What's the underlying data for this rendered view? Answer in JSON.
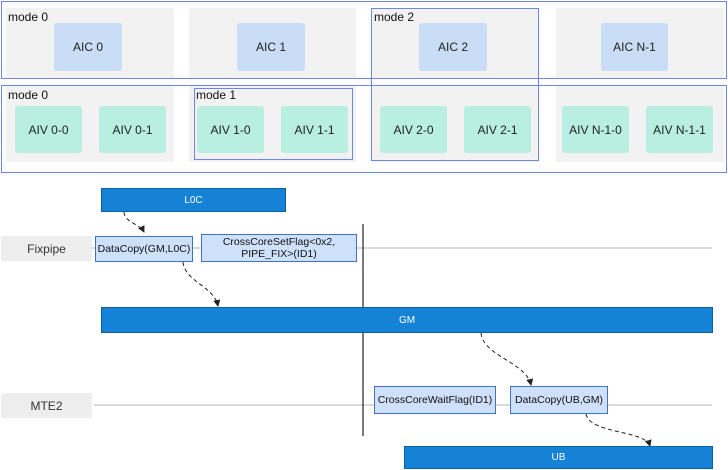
{
  "cores": {
    "aic": [
      "AIC 0",
      "AIC 1",
      "AIC 2",
      "AIC N-1"
    ],
    "aiv": [
      [
        "AIV 0-0",
        "AIV 0-1"
      ],
      [
        "AIV 1-0",
        "AIV 1-1"
      ],
      [
        "AIV 2-0",
        "AIV 2-1"
      ],
      [
        "AIV N-1-0",
        "AIV N-1-1"
      ]
    ]
  },
  "modes": {
    "top_left": "mode 0",
    "bottom_left": "mode 0",
    "mode1": "mode 1",
    "mode2": "mode 2"
  },
  "lanes": {
    "fixpipe": "Fixpipe",
    "mte2": "MTE2"
  },
  "buffers": {
    "l0c": "L0C",
    "gm": "GM",
    "ub": "UB"
  },
  "ops": {
    "datacopy_gm_l0c": "DataCopy(GM,L0C)",
    "set_flag_line1": "CrossCoreSetFlag<0x2,",
    "set_flag_line2": "PIPE_FIX>(ID1)",
    "wait_flag": "CrossCoreWaitFlag(ID1)",
    "datacopy_ub_gm": "DataCopy(UB,GM)"
  },
  "colors": {
    "aic_fill": "#c9ddf7",
    "aiv_fill": "#b8efe1",
    "mode_outline": "#6f86e6",
    "buffer_fill": "#1682d6",
    "op_fill": "#cfe0fb"
  }
}
